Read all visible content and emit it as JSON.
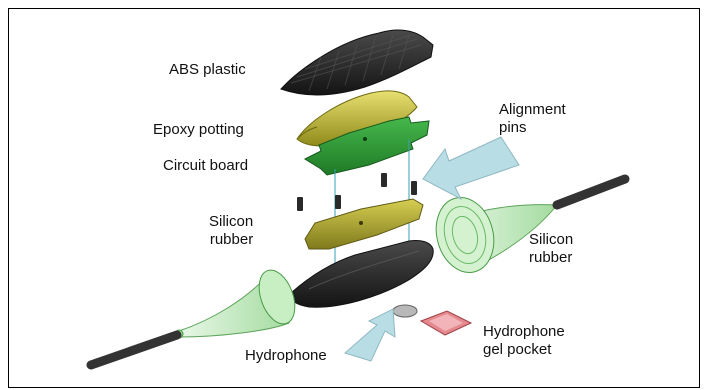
{
  "labels": {
    "abs_plastic": "ABS plastic",
    "epoxy_potting": "Epoxy potting",
    "circuit_board": "Circuit board",
    "silicon_rubber_left_line1": "Silicon",
    "silicon_rubber_left_line2": "rubber",
    "alignment_pins_line1": "Alignment",
    "alignment_pins_line2": "pins",
    "silicon_rubber_right_line1": "Silicon",
    "silicon_rubber_right_line2": "rubber",
    "hydrophone": "Hydrophone",
    "gel_pocket_line1": "Hydrophone",
    "gel_pocket_line2": "gel pocket"
  },
  "colors": {
    "abs_plastic": "#2b2b2b",
    "epoxy": "#c9c234",
    "circuit_board": "#2f9a36",
    "silicon_rubber_pad": "#b8b03a",
    "cone": "#b8e8b4",
    "arrow": "#b8dde4",
    "gel_pocket": "#e48a8f"
  }
}
